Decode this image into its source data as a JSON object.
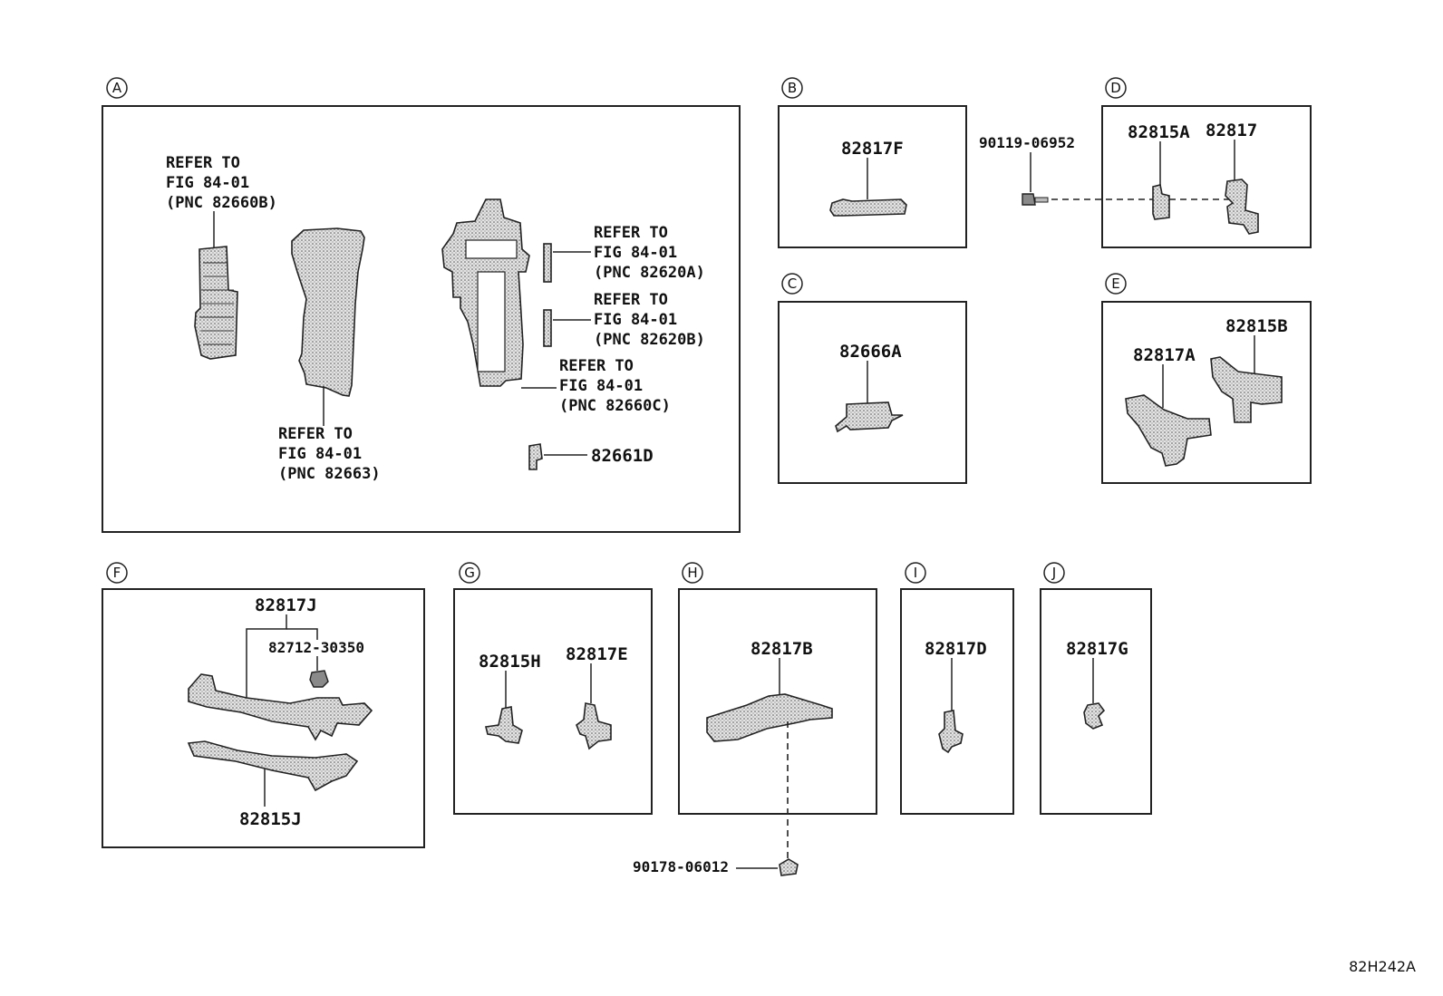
{
  "sections": {
    "A": {
      "letter": "A",
      "ref_82660B": [
        "REFER TO",
        "FIG 84-01",
        "(PNC 82660B)"
      ],
      "ref_82663": [
        "REFER TO",
        "FIG 84-01",
        "(PNC 82663)"
      ],
      "ref_82620A": [
        "REFER TO",
        "FIG 84-01",
        "(PNC 82620A)"
      ],
      "ref_82620B": [
        "REFER TO",
        "FIG 84-01",
        "(PNC 82620B)"
      ],
      "ref_82660C": [
        "REFER TO",
        "FIG 84-01",
        "(PNC 82660C)"
      ],
      "part_82661D": "82661D"
    },
    "B": {
      "letter": "B",
      "part": "82817F"
    },
    "C": {
      "letter": "C",
      "part": "82666A"
    },
    "D": {
      "letter": "D",
      "parts": [
        "82815A",
        "82817"
      ]
    },
    "E": {
      "letter": "E",
      "parts": [
        "82815B",
        "82817A"
      ]
    },
    "F": {
      "letter": "F",
      "parts": [
        "82817J",
        "82712-30350",
        "82815J"
      ]
    },
    "G": {
      "letter": "G",
      "parts": [
        "82815H",
        "82817E"
      ]
    },
    "H": {
      "letter": "H",
      "part": "82817B"
    },
    "I": {
      "letter": "I",
      "part": "82817D"
    },
    "J": {
      "letter": "J",
      "part": "82817G"
    }
  },
  "fasteners": {
    "bolt": "90119-06952",
    "clip": "90178-06012"
  },
  "diagram_code": "82H242A"
}
